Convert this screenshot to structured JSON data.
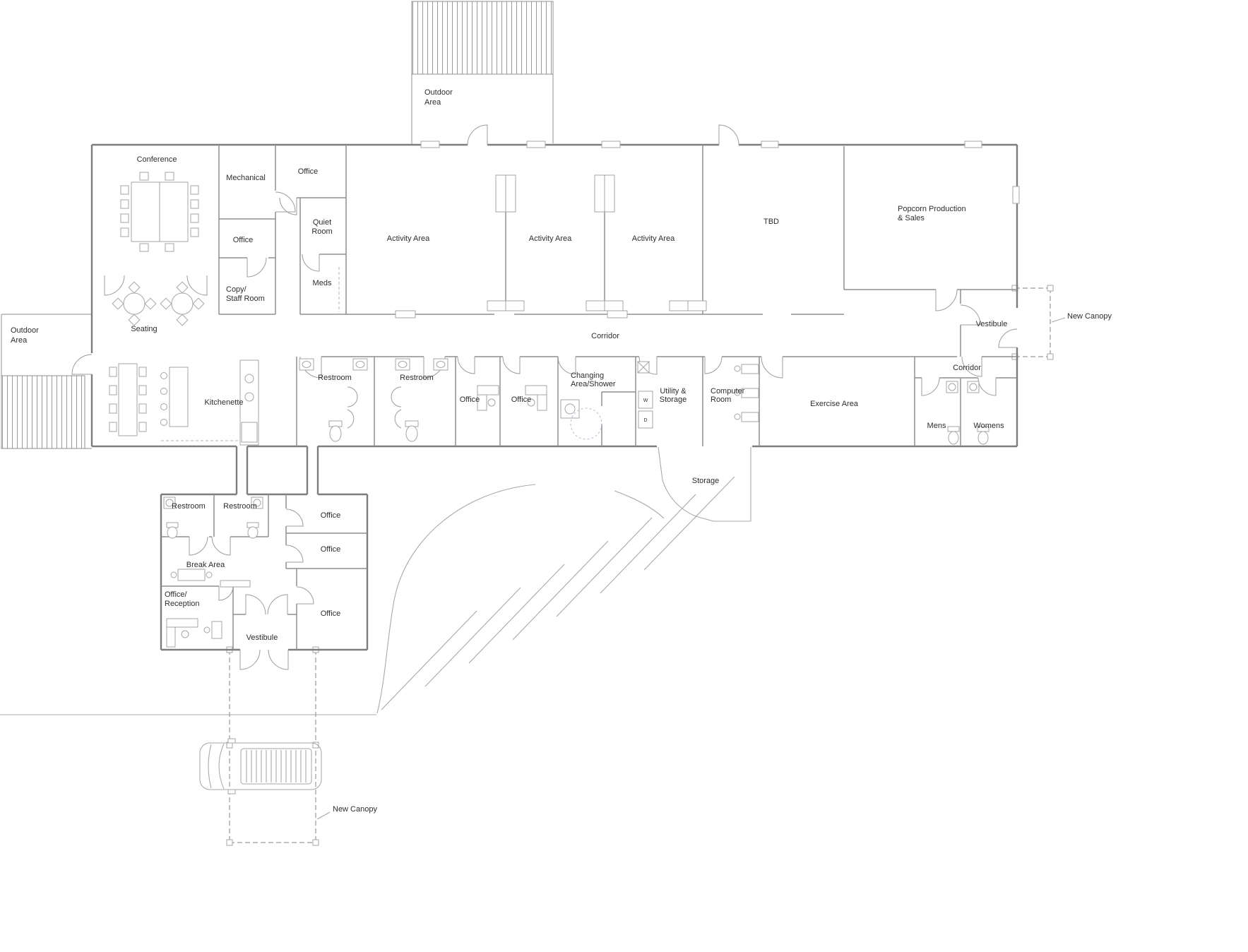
{
  "colors": {
    "wall": "#7d7d7d",
    "wall_interior": "#8f8f8f",
    "text": "#2d2d2d",
    "turning_circle": "#b3bfd0"
  },
  "labels": {
    "outdoor_top_line1": "Outdoor",
    "outdoor_top_line2": "Area",
    "conference": "Conference",
    "mechanical": "Mechanical",
    "office_top": "Office",
    "office_mid": "Office",
    "quiet_line1": "Quiet",
    "quiet_line2": "Room",
    "copy_line1": "Copy/",
    "copy_line2": "Staff Room",
    "meds": "Meds",
    "activity_1": "Activity Area",
    "activity_2": "Activity Area",
    "activity_3": "Activity Area",
    "tbd": "TBD",
    "popcorn_line1": "Popcorn Production",
    "popcorn_line2": "& Sales",
    "canopy_right": "New Canopy",
    "vestibule_right": "Vestibule",
    "corridor_main": "Corridor",
    "outdoor_left_line1": "Outdoor",
    "outdoor_left_line2": "Area",
    "seating": "Seating",
    "kitchenette": "Kitchenette",
    "restroom_a": "Restroom",
    "restroom_b": "Restroom",
    "office_c": "Office",
    "office_d": "Office",
    "changing_line1": "Changing",
    "changing_line2": "Area/Shower",
    "utility_line1": "Utility &",
    "utility_line2": "Storage",
    "computer_line1": "Computer",
    "computer_line2": "Room",
    "exercise": "Exercise Area",
    "corridor_right": "Corridor",
    "mens": "Mens",
    "womens": "Womens",
    "storage": "Storage",
    "restroom_c": "Restroom",
    "restroom_d": "Restroom",
    "office_e": "Office",
    "office_f": "Office",
    "office_g": "Office",
    "break_area": "Break Area",
    "reception_line1": "Office/",
    "reception_line2": "Reception",
    "vestibule_lower": "Vestibule",
    "canopy_bottom": "New Canopy",
    "washer": "W",
    "dryer": "D"
  }
}
